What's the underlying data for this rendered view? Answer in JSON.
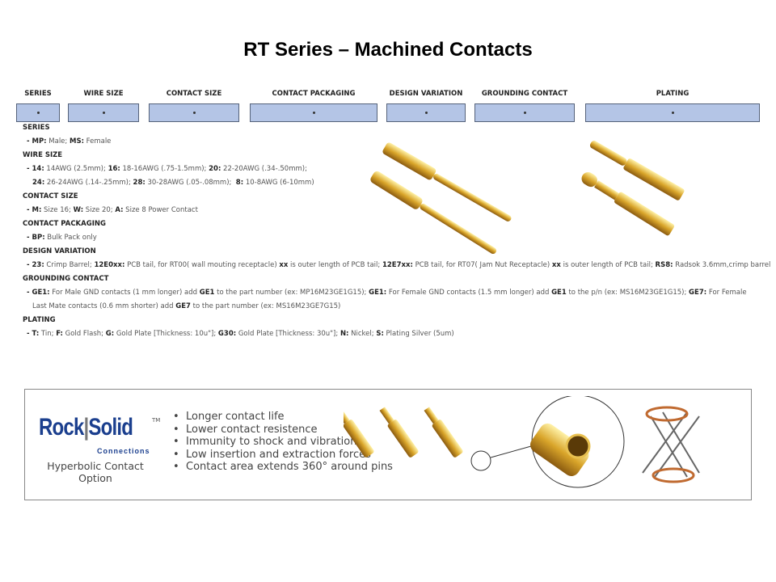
{
  "title": "RT Series – Machined Contacts",
  "fields": [
    "SERIES",
    "WIRE SIZE",
    "CONTACT SIZE",
    "CONTACT PACKAGING",
    "DESIGN VARIATION",
    "GROUNDING CONTACT",
    "PLATING"
  ],
  "sections": [
    {
      "heading": "SERIES",
      "lines": [
        [
          {
            "b": "- MP:"
          },
          {
            "t": " Male; "
          },
          {
            "b": "MS:"
          },
          {
            "t": " Female"
          }
        ]
      ]
    },
    {
      "heading": "WIRE SIZE",
      "lines": [
        [
          {
            "b": "- 14:"
          },
          {
            "t": " 14AWG (2.5mm); "
          },
          {
            "b": "16:"
          },
          {
            "t": " 18-16AWG (.75-1.5mm); "
          },
          {
            "b": "20:"
          },
          {
            "t": " 22-20AWG (.34-.50mm);"
          }
        ],
        [
          {
            "b": "24:"
          },
          {
            "t": " 26-24AWG (.14-.25mm); "
          },
          {
            "b": "28:"
          },
          {
            "t": " 30-28AWG (.05-.08mm);  "
          },
          {
            "b": "8:"
          },
          {
            "t": " 10-8AWG (6-10mm)"
          }
        ]
      ]
    },
    {
      "heading": "CONTACT SIZE",
      "lines": [
        [
          {
            "b": "- M:"
          },
          {
            "t": " Size 16; "
          },
          {
            "b": "W:"
          },
          {
            "t": " Size 20; "
          },
          {
            "b": "A:"
          },
          {
            "t": " Size 8 Power Contact"
          }
        ]
      ]
    },
    {
      "heading": "CONTACT PACKAGING",
      "lines": [
        [
          {
            "b": "- BP:"
          },
          {
            "t": " Bulk Pack only"
          }
        ]
      ]
    },
    {
      "heading": "DESIGN VARIATION",
      "lines": [
        [
          {
            "b": "- 23:"
          },
          {
            "t": " Crimp Barrel; "
          },
          {
            "b": "12E0xx:"
          },
          {
            "t": " PCB tail, for RT00( wall mouting receptacle) "
          },
          {
            "b": "xx"
          },
          {
            "t": " is outer length of PCB tail; "
          },
          {
            "b": "12E7xx:"
          },
          {
            "t": " PCB tail, for RT07( Jam Nut Receptacle) "
          },
          {
            "b": "xx"
          },
          {
            "t": " is outer length of PCB tail; "
          },
          {
            "b": "RS8:"
          },
          {
            "t": " Radsok 3.6mm,crimp barrel"
          }
        ]
      ]
    },
    {
      "heading": "GROUNDING CONTACT",
      "lines": [
        [
          {
            "b": "- GE1:"
          },
          {
            "t": " For Male GND contacts (1 mm longer) add "
          },
          {
            "b": "GE1"
          },
          {
            "t": " to the part number (ex: MP16M23GE1G15); "
          },
          {
            "b": "GE1:"
          },
          {
            "t": " For Female GND contacts (1.5 mm longer) add "
          },
          {
            "b": "GE1"
          },
          {
            "t": " to the p/n (ex: MS16M23GE1G15); "
          },
          {
            "b": "GE7:"
          },
          {
            "t": " For Female"
          }
        ],
        [
          {
            "t": "Last Mate contacts (0.6 mm shorter) add "
          },
          {
            "b": "GE7"
          },
          {
            "t": " to the part number (ex: MS16M23GE7G15)"
          }
        ]
      ]
    },
    {
      "heading": "PLATING",
      "lines": [
        [
          {
            "b": "- T:"
          },
          {
            "t": " Tin; "
          },
          {
            "b": "F:"
          },
          {
            "t": " Gold Flash; "
          },
          {
            "b": "G:"
          },
          {
            "t": " Gold Plate [Thickness: 10u\"]; "
          },
          {
            "b": "G30:"
          },
          {
            "t": " Gold Plate [Thickness: 30u\"]; "
          },
          {
            "b": "N:"
          },
          {
            "t": " Nickel; "
          },
          {
            "b": "S:"
          },
          {
            "t": " Plating Silver (5um)"
          }
        ]
      ]
    }
  ],
  "feature": {
    "logo_rock": "Rock",
    "logo_solid": "Solid",
    "logo_tm": "TM",
    "logo_connections": "Connections",
    "caption": "Hyperbolic Contact Option",
    "bullets": [
      "Longer contact life",
      "Lower contact resistence",
      "Immunity to shock and vibration",
      "Low insertion and extraction forces",
      "Contact area extends 360° around pins"
    ]
  },
  "colors": {
    "field_box": "#b4c5e6",
    "logo_blue": "#1b3f8e",
    "gold": "#d4a22a"
  }
}
